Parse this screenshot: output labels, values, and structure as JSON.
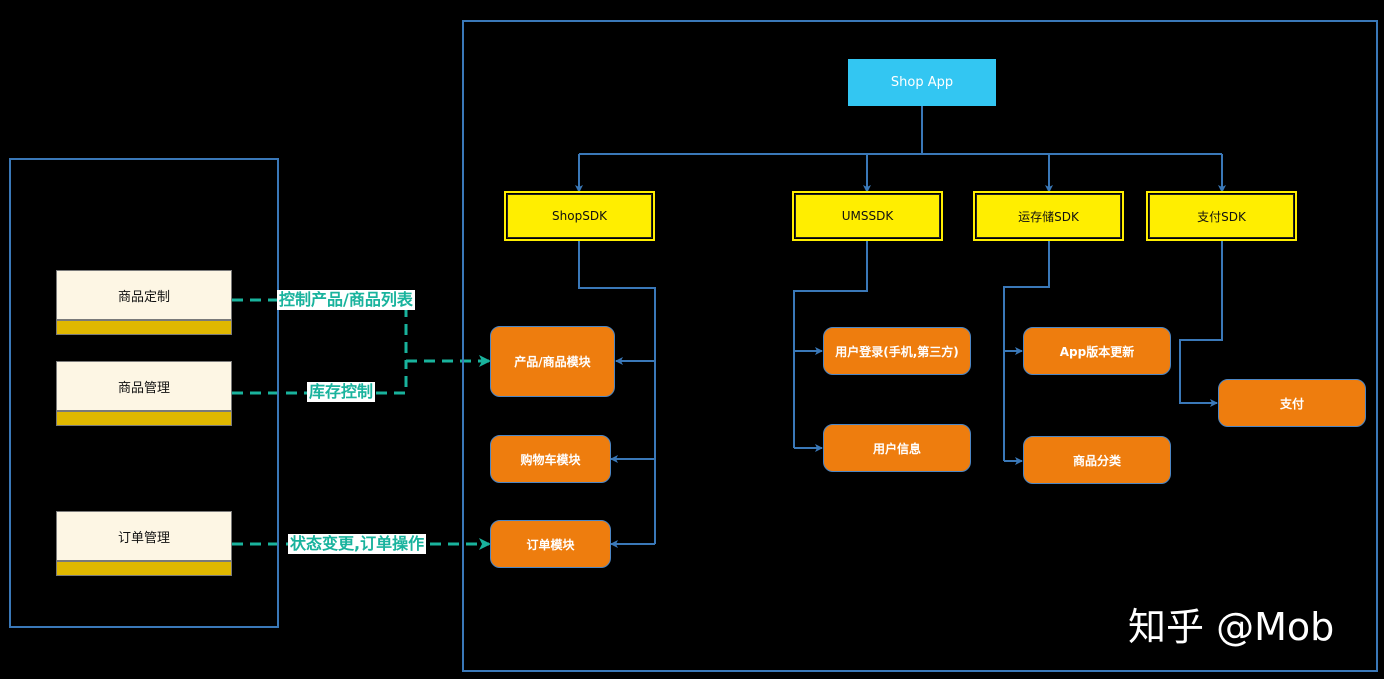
{
  "admin_panel": {
    "items": [
      {
        "label": "商品定制"
      },
      {
        "label": "商品管理"
      },
      {
        "label": "订单管理"
      }
    ]
  },
  "edge_labels": {
    "control_products": "控制产品/商品列表",
    "inventory": "库存控制",
    "order_status": "状态变更,订单操作"
  },
  "app": {
    "root": "Shop App",
    "sdks": [
      {
        "label": "ShopSDK",
        "modules": [
          "产品/商品模块",
          "购物车模块",
          "订单模块"
        ]
      },
      {
        "label": "UMSSDK",
        "modules": [
          "用户登录(手机,第三方)",
          "用户信息"
        ]
      },
      {
        "label": "运存储SDK",
        "modules": [
          "App版本更新",
          "商品分类"
        ]
      },
      {
        "label": "支付SDK",
        "modules": [
          "支付"
        ]
      }
    ]
  },
  "watermark": "知乎 @Mob",
  "colors": {
    "background": "#000000",
    "frame": "#3a78b8",
    "connector": "#3a78b8",
    "dashed_edge": "#19b39d",
    "root_fill": "#33c6f2",
    "sdk_fill": "#ffee00",
    "module_fill": "#ee7d0e",
    "admin_fill": "#fdf6e4",
    "admin_bar": "#e0b800"
  }
}
